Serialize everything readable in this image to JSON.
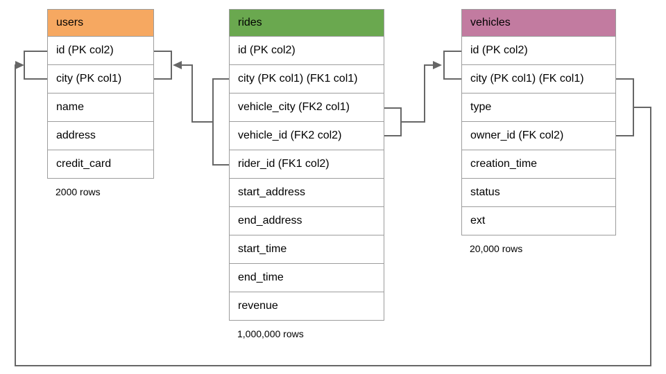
{
  "diagram": {
    "tables": [
      {
        "name": "users",
        "header_color": "#F6A861",
        "columns": [
          "id (PK col2)",
          "city (PK col1)",
          "name",
          "address",
          "credit_card"
        ],
        "row_count": "2000 rows"
      },
      {
        "name": "rides",
        "header_color": "#6AA84F",
        "columns": [
          "id (PK col2)",
          "city (PK col1) (FK1 col1)",
          "vehicle_city (FK2 col1)",
          "vehicle_id (FK2 col2)",
          "rider_id (FK1 col2)",
          "start_address",
          "end_address",
          "start_time",
          "end_time",
          "revenue"
        ],
        "row_count": "1,000,000 rows"
      },
      {
        "name": "vehicles",
        "header_color": "#C27BA0",
        "columns": [
          "id (PK col2)",
          "city (PK col1) (FK col1)",
          "type",
          "owner_id (FK col2)",
          "creation_time",
          "status",
          "ext"
        ],
        "row_count": "20,000 rows"
      }
    ],
    "relationships": [
      {
        "name": "FK1",
        "from": "rides (city, rider_id)",
        "to": "users (city, id)"
      },
      {
        "name": "FK2",
        "from": "rides (vehicle_city, vehicle_id)",
        "to": "vehicles (city, id)"
      },
      {
        "name": "FK",
        "from": "vehicles (city, owner_id)",
        "to": "users (city, id)"
      }
    ],
    "line_color": "#666666",
    "border_color": "#9c9c9c"
  }
}
